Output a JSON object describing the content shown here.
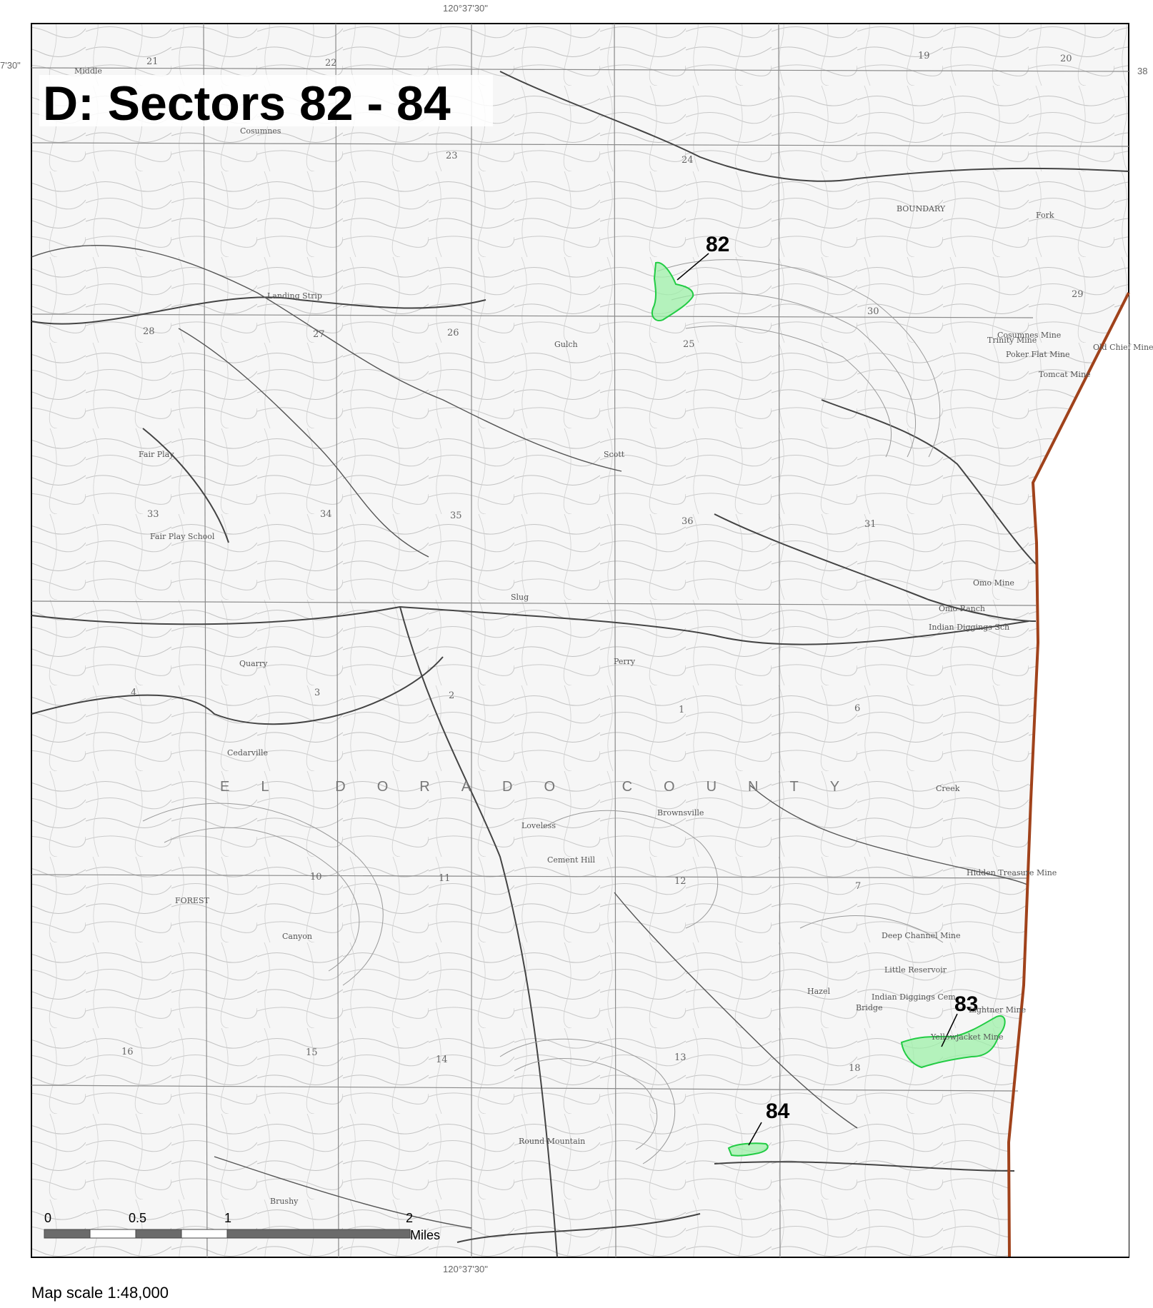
{
  "map": {
    "title": "D: Sectors 82 - 84",
    "coordinate_labels": {
      "top": "120°37'30\"",
      "bottom": "120°37'30\"",
      "left": "7'30\"",
      "right": "38"
    },
    "county_label": "EL DORADO COUNTY",
    "boundary_color": "#a0421b",
    "sector_fill_color": "#9ef0a8",
    "sector_stroke_color": "#22cc44",
    "sectors": [
      {
        "label": "82"
      },
      {
        "label": "83"
      },
      {
        "label": "84"
      }
    ],
    "place_names": [
      "Fair Play",
      "Fair Play School",
      "Cedarville",
      "Cement Hill",
      "Round Mountain",
      "Omo Ranch",
      "Indian Diggings Sch",
      "Little Reservoir",
      "Deep Channel Mine",
      "Landing Strip",
      "Middle",
      "Cosumnes",
      "Canyon",
      "Brownsville",
      "Creek",
      "Perry",
      "Slug",
      "Gulch",
      "Scott",
      "Brushy",
      "FOREST",
      "BOUNDARY",
      "Fork",
      "Yellowjacket Mine",
      "Hidden Treasure Mine",
      "Quarry",
      "Loveless",
      "Tomcat Mine",
      "Trinity Mine",
      "Old Chief Mine",
      "Poker Flat Mine",
      "Cosumnes Mine",
      "Lightner Mine",
      "Bridge",
      "Omo Mine",
      "Hazel",
      "Indian Diggings Cem"
    ],
    "section_numbers": [
      "21",
      "22",
      "19",
      "20",
      "23",
      "24",
      "28",
      "27",
      "26",
      "25",
      "29",
      "30",
      "33",
      "34",
      "35",
      "36",
      "31",
      "4",
      "3",
      "2",
      "1",
      "6",
      "10",
      "11",
      "12",
      "7",
      "16",
      "15",
      "14",
      "13",
      "18"
    ],
    "scale_bar": {
      "ticks": [
        "0",
        "0.5",
        "1",
        "2"
      ],
      "unit": "Miles"
    },
    "scale_note": "Map scale 1:48,000"
  }
}
